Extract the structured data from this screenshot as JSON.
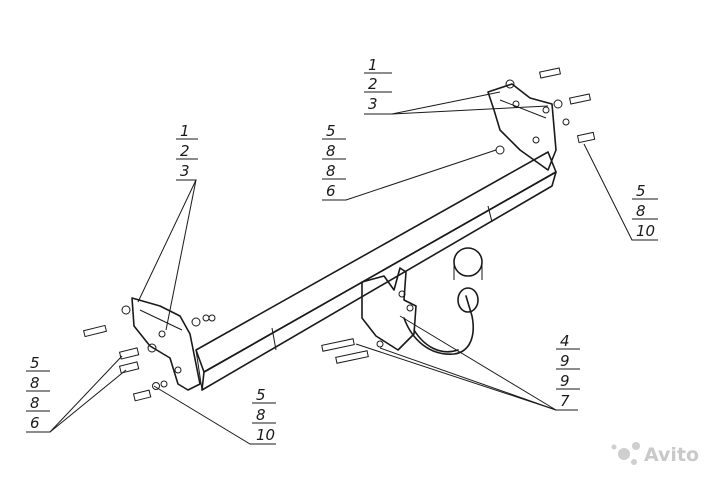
{
  "callouts": {
    "top_right": [
      "1",
      "2",
      "3"
    ],
    "left_mid": [
      "1",
      "2",
      "3"
    ],
    "center_upper": [
      "5",
      "8",
      "8",
      "6"
    ],
    "right_upper": [
      "5",
      "8",
      "10"
    ],
    "left_lower": [
      "5",
      "8",
      "8",
      "6"
    ],
    "bottom_center": [
      "5",
      "8",
      "10"
    ],
    "bottom_right": [
      "4",
      "9",
      "9",
      "7"
    ]
  },
  "watermark": {
    "text": "Avito"
  }
}
